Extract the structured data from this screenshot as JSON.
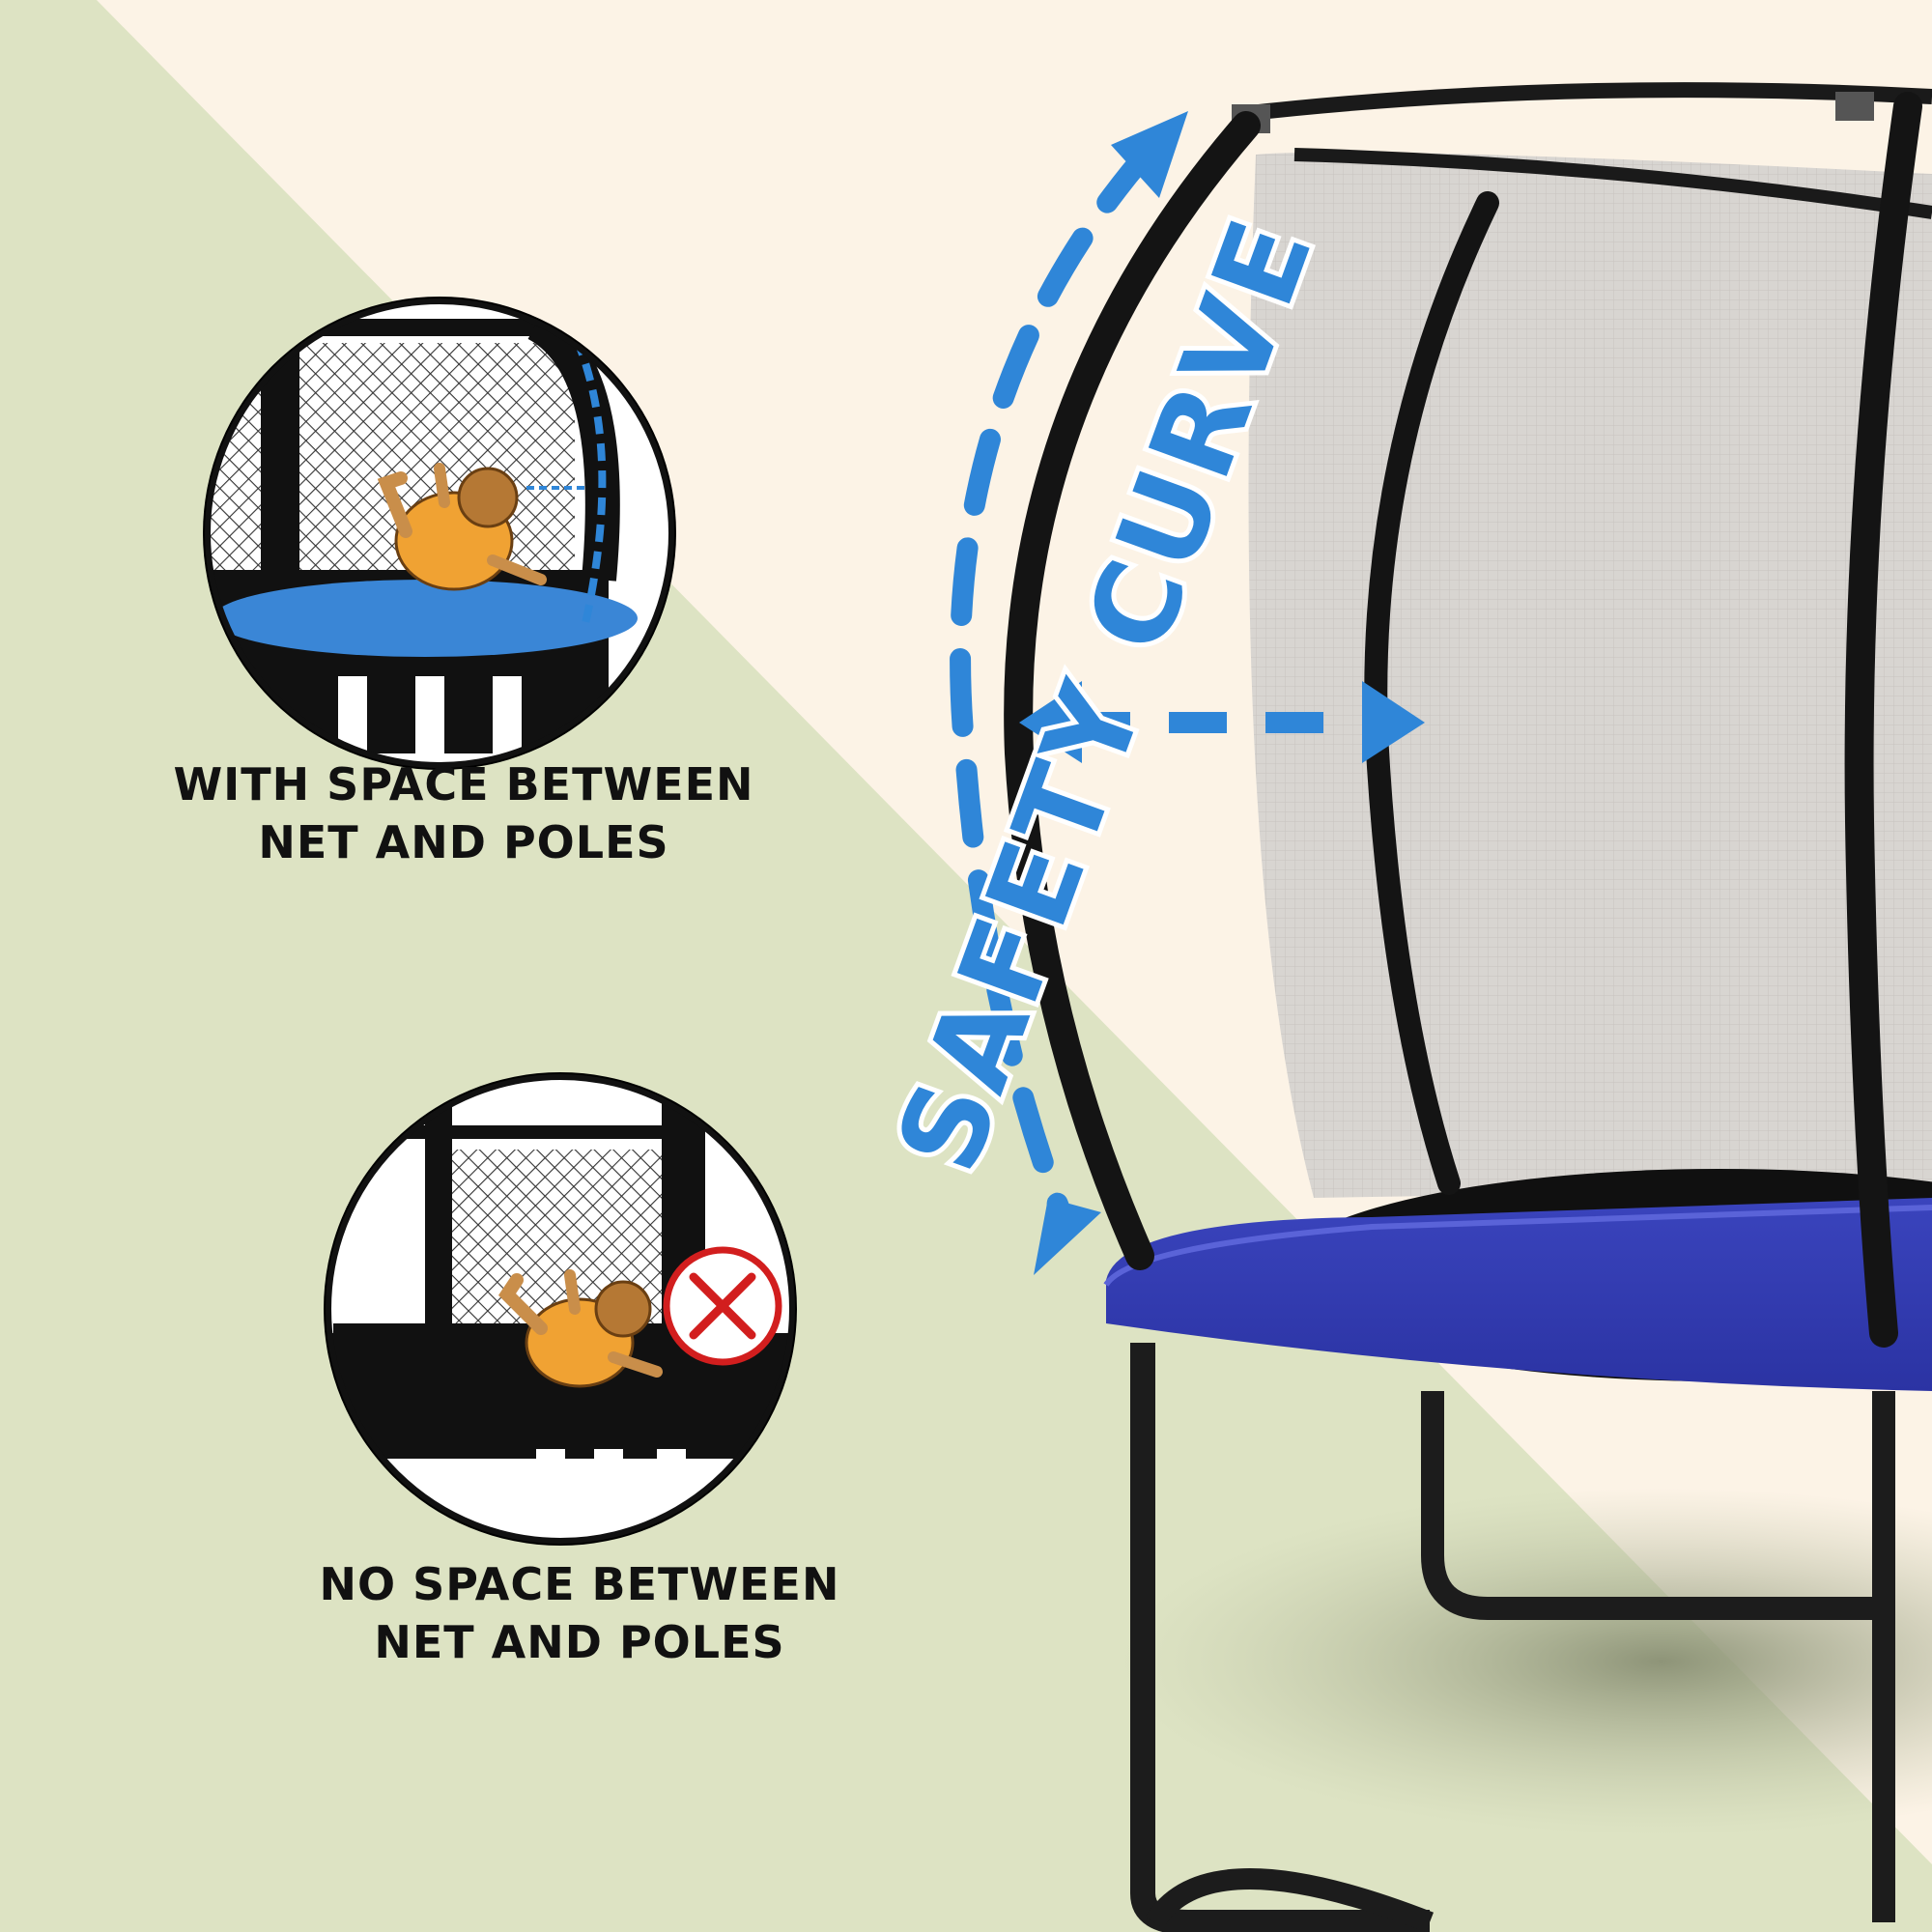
{
  "headline": "SAFETY CURVE",
  "panels": [
    {
      "name": "with-space",
      "caption_line1": "WITH SPACE BETWEEN",
      "caption_line2": "NET AND POLES"
    },
    {
      "name": "no-space",
      "caption_line1": "NO SPACE BETWEEN",
      "caption_line2": "NET AND POLES"
    }
  ],
  "colors": {
    "background_green": "#dde3c3",
    "background_cream": "#fcf3e6",
    "accent_blue": "#2f86d8",
    "pad_blue": "#3b46c8",
    "frame_black": "#111111",
    "net_gray": "#d6d3cf",
    "warning_red": "#d21e1e",
    "figure_orange": "#f0a233"
  }
}
